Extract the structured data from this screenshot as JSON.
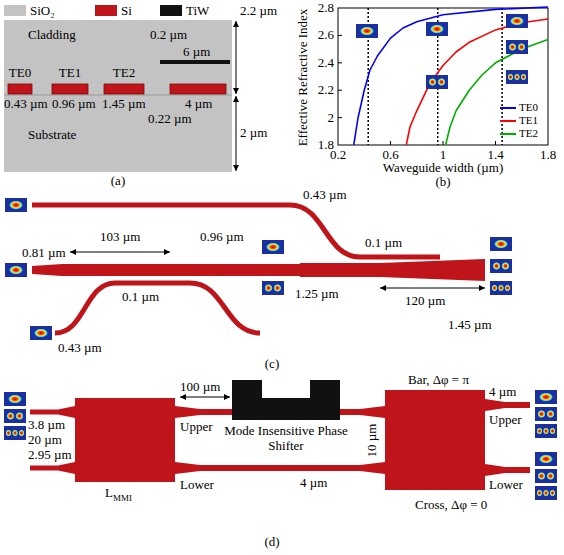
{
  "diagram": {
    "nodes": [
      {
        "text": [
          "Cladding"
        ]
      },
      {
        "text": [
          "Substrate"
        ]
      }
    ],
    "labels": [
      "2.2 µm",
      "0.2 µm",
      "6 µm",
      "TE0",
      "TE1",
      "TE2",
      "0.43 µm",
      "0.96 µm",
      "1.45 µm",
      "4 µm",
      "0.22 µm",
      "2 µm",
      "(a)",
      "2.8",
      "2.6",
      "2.4",
      "2.2",
      "2",
      "1.8",
      "Effective Refractive Index",
      "0.2",
      "0.6",
      "1",
      "1.4",
      "1.8",
      "Waveguide width (µm)",
      "(b)",
      "0.43 µm",
      "0.1 µm",
      "0.81 µm",
      "103 µm",
      "0.96 µm",
      "0.1 µm",
      "1.25 µm",
      "120 µm",
      "1.45 µm",
      "0.43 µm",
      "(c)",
      "3.8 µm",
      "20 µm",
      "2.95 µm",
      "L",
      "MMI",
      "100 µm",
      "Upper",
      "Lower",
      "Mode Insensitive Phase Shifter",
      "4 µm",
      "10 µm",
      "Bar, Δφ = π",
      "4 µm",
      "Upper",
      "Lower",
      "Cross, Δφ = 0",
      "(d)"
    ],
    "legend": [
      {
        "text": "SiO₂",
        "color": "#c3c3c3"
      },
      {
        "text": "Si",
        "color": "#c0141b"
      },
      {
        "text": "TiW",
        "color": "#111111"
      },
      {
        "text": "TE0"
      },
      {
        "text": "TE1"
      },
      {
        "text": "TE2"
      }
    ]
  }
}
